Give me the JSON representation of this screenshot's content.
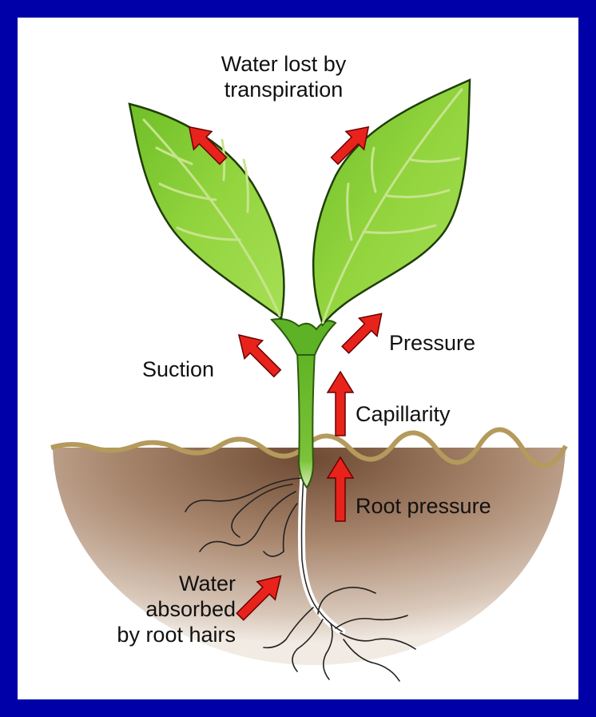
{
  "labels": {
    "transpiration_line1": "Water lost by",
    "transpiration_line2": "transpiration",
    "suction": "Suction",
    "pressure": "Pressure",
    "capillarity": "Capillarity",
    "root_pressure": "Root pressure",
    "absorbed_line1": "Water",
    "absorbed_line2": "absorbed",
    "absorbed_line3": "by root hairs"
  },
  "colors": {
    "background": "#0000a8",
    "panel": "#ffffff",
    "leaf": "#8fd13b",
    "leaf_dark": "#4f9a1c",
    "vein": "#b9dd7a",
    "soil": "#a9876e",
    "soil_top": "#b8a166",
    "arrow": "#e8231c",
    "root": "#ffffff"
  }
}
